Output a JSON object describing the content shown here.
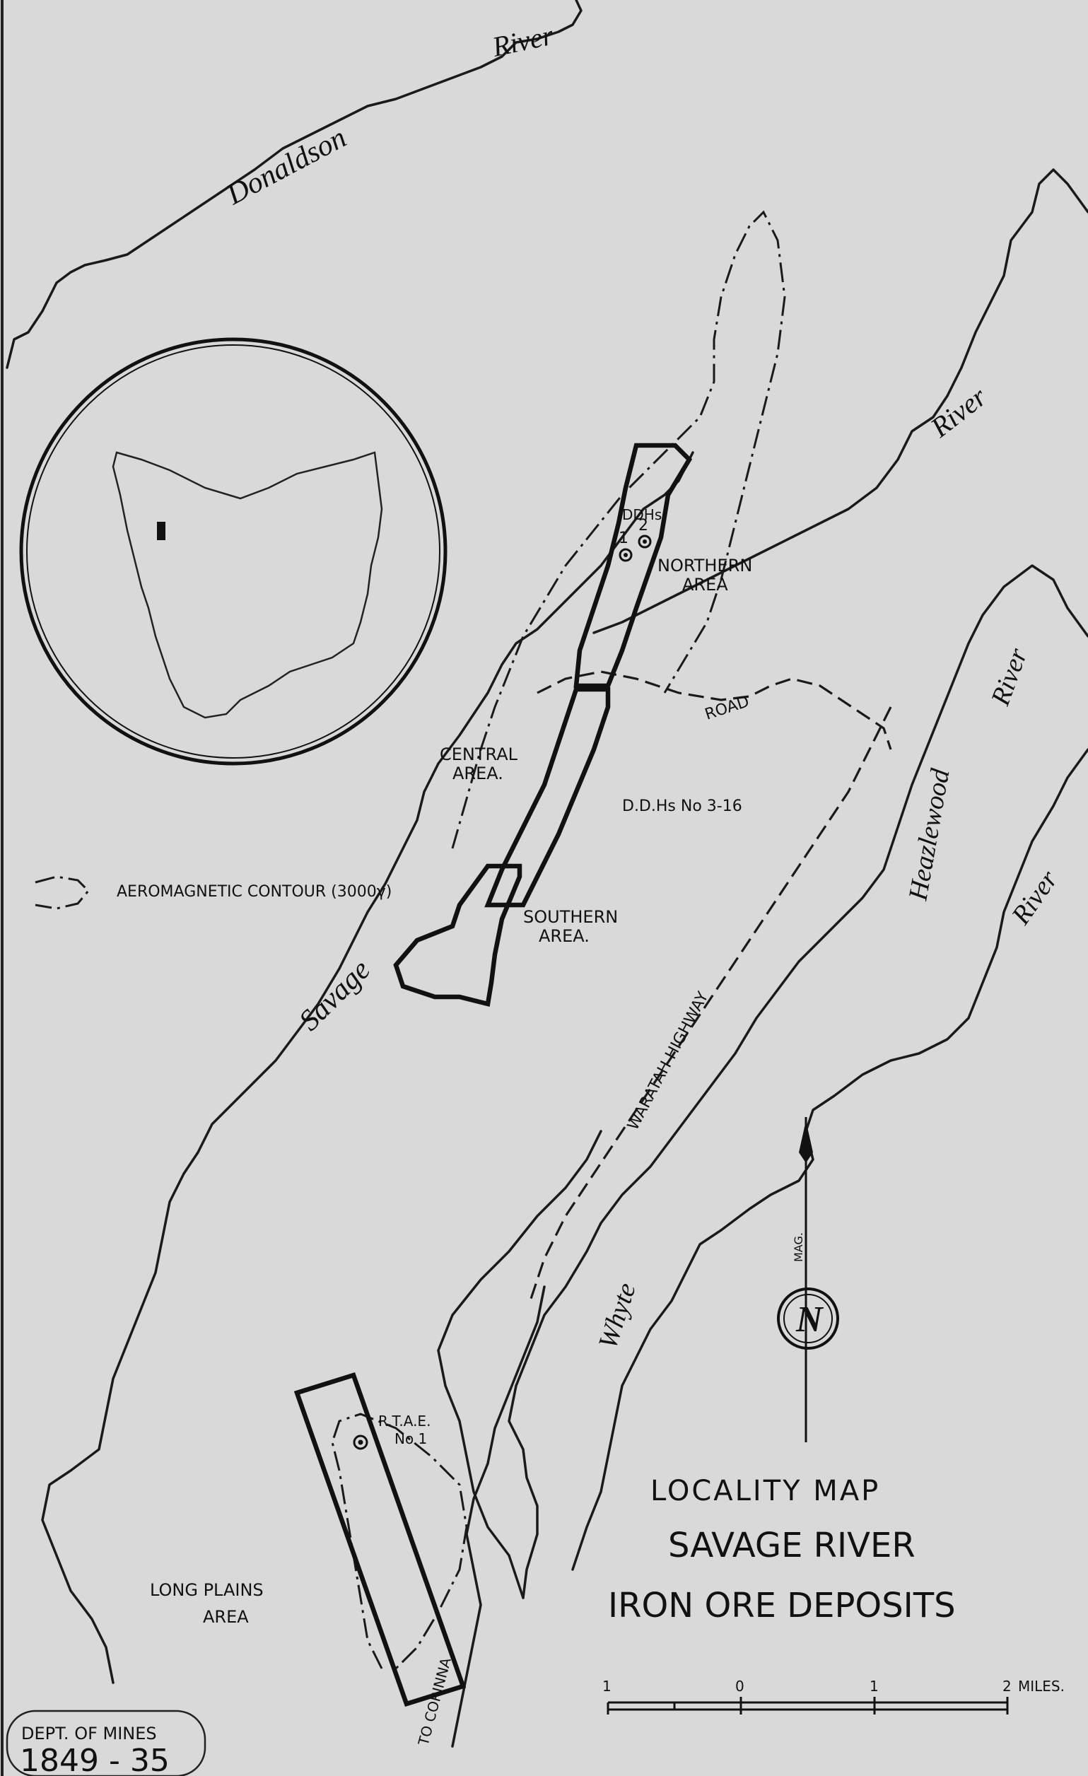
{
  "title": {
    "line1": "LOCALITY MAP",
    "line2": "SAVAGE RIVER",
    "line3": "IRON ORE DEPOSITS"
  },
  "rivers": {
    "donaldson_word1": "Donaldson",
    "donaldson_word2": "River",
    "east_river": "River",
    "heazlewood_word1": "Heazlewood",
    "heazlewood_word2": "River",
    "east_river2": "River",
    "savage": "Savage",
    "whyte": "Whyte"
  },
  "areas": {
    "ddhs_label": "DDHs",
    "ddh_1": "1",
    "ddh_2": "2",
    "northern_line1": "NORTHERN",
    "northern_line2": "AREA",
    "central_line1": "CENTRAL",
    "central_line2": "AREA.",
    "southern_line1": "SOUTHERN",
    "southern_line2": "AREA.",
    "ddh_3_16": "D.D.Hs No 3-16",
    "rtae_line1": "R.T.A.E.",
    "rtae_line2": "No 1",
    "long_plains_line1": "LONG   PLAINS",
    "long_plains_line2": "AREA"
  },
  "roads": {
    "road": "ROAD",
    "waratah_highway": "WARATAH          HIGHWAY",
    "to_corinna": "TO   CORINNA"
  },
  "legend": {
    "aeromagnetic": "AEROMAGNETIC   CONTOUR (3000γ)"
  },
  "north_arrow": {
    "letter": "N",
    "mag": "MAG."
  },
  "scale_bar": {
    "labels": [
      "1",
      "0",
      "1",
      "2"
    ],
    "unit": "MILES."
  },
  "stamp": {
    "dept": "DEPT. OF MINES",
    "number": "1849 - 35"
  }
}
